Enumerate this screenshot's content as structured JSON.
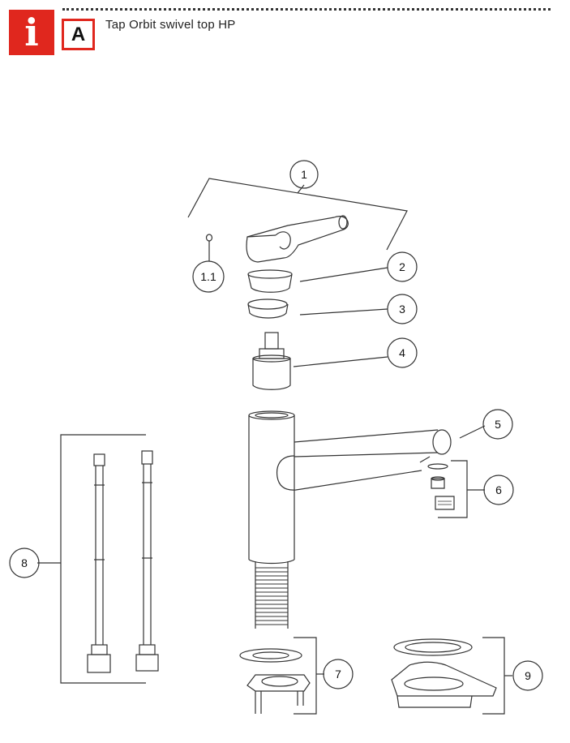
{
  "header": {
    "info_icon": "info-icon",
    "info_glyph": "i",
    "section_letter": "A",
    "title": "Tap Orbit swivel top HP",
    "accent_color": "#e0271e"
  },
  "callouts": [
    "1",
    "1.1",
    "2",
    "3",
    "4",
    "5",
    "6",
    "7",
    "8",
    "9"
  ]
}
